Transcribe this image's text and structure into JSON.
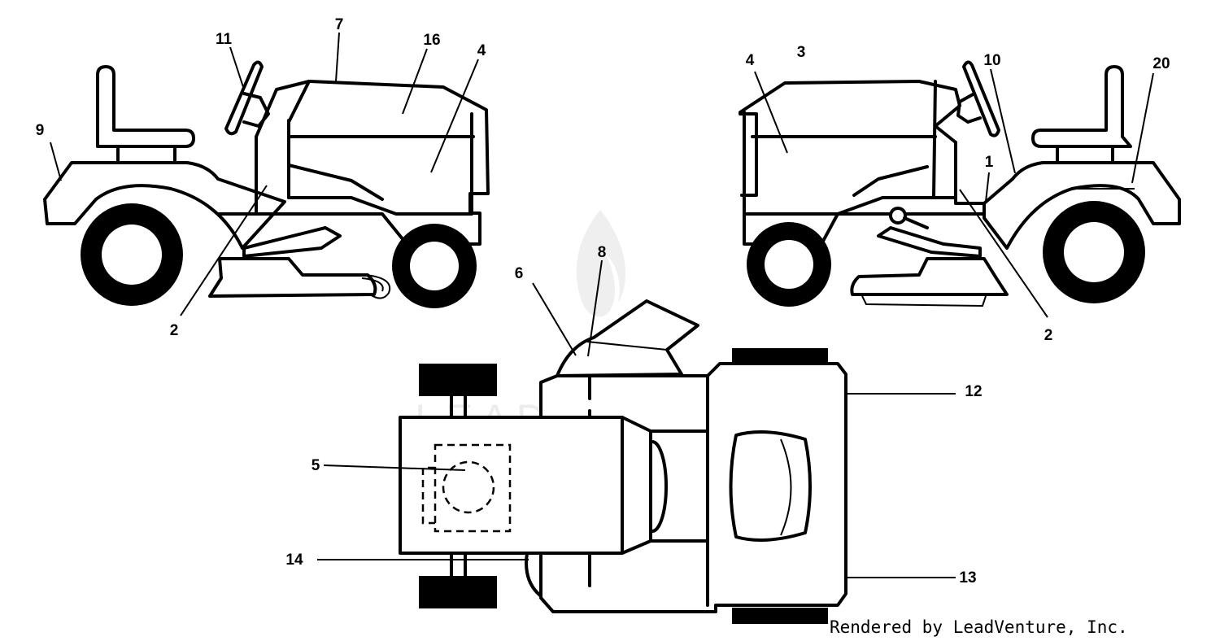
{
  "watermark": "LEADVENTURE",
  "credit": "Rendered by LeadVenture, Inc.",
  "callouts": {
    "left_view": [
      "9",
      "11",
      "7",
      "16",
      "4",
      "2"
    ],
    "right_view": [
      "4",
      "3",
      "10",
      "20",
      "1",
      "2"
    ],
    "top_view": [
      "6",
      "8",
      "5",
      "14",
      "12",
      "13"
    ]
  },
  "colors": {
    "line": "#000000",
    "background": "#ffffff",
    "watermark": "#ececec"
  }
}
